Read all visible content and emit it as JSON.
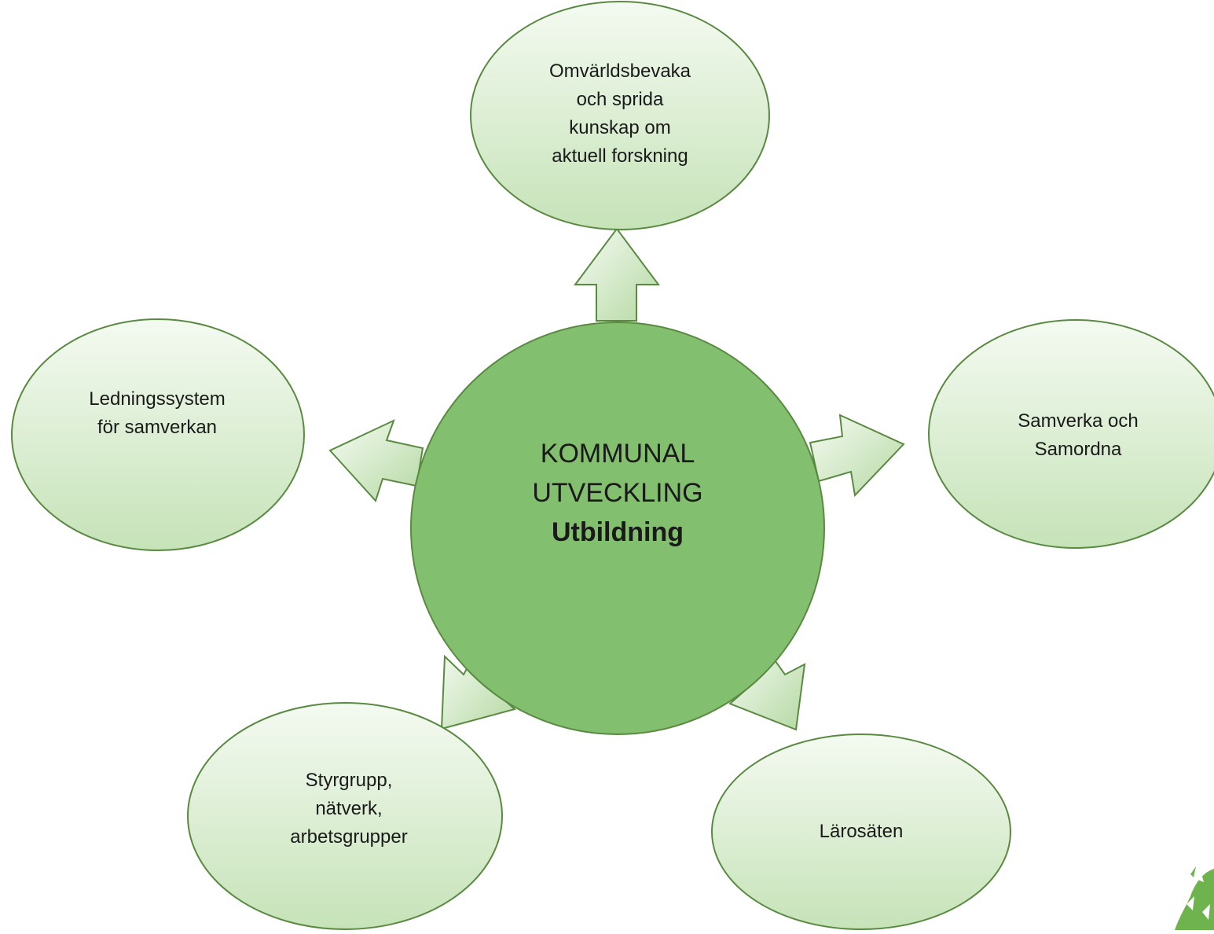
{
  "center": {
    "lines": [
      "KOMMUNAL",
      "UTVECKLING"
    ],
    "bold_line": "Utbildning"
  },
  "nodes": {
    "top": {
      "lines": [
        "Omvärldsbevaka",
        "och sprida",
        "kunskap om",
        "aktuell forskning"
      ]
    },
    "left": {
      "lines": [
        "Ledningssystem",
        "för samverkan"
      ]
    },
    "right": {
      "lines": [
        "Samverka och",
        "Samordna"
      ]
    },
    "bottom_left": {
      "lines": [
        "Styrgrupp,",
        "nätverk,",
        "arbetsgrupper"
      ]
    },
    "bottom_right": {
      "lines": [
        "Lärosäten"
      ]
    }
  },
  "colors": {
    "center_fill": "#82bf6e",
    "node_fill_light": "#f2f9ee",
    "node_fill_dark": "#cde6c0",
    "stroke": "#5a8a42",
    "arrow_fill_light": "#f4faf0",
    "arrow_fill_dark": "#b9dca8"
  }
}
